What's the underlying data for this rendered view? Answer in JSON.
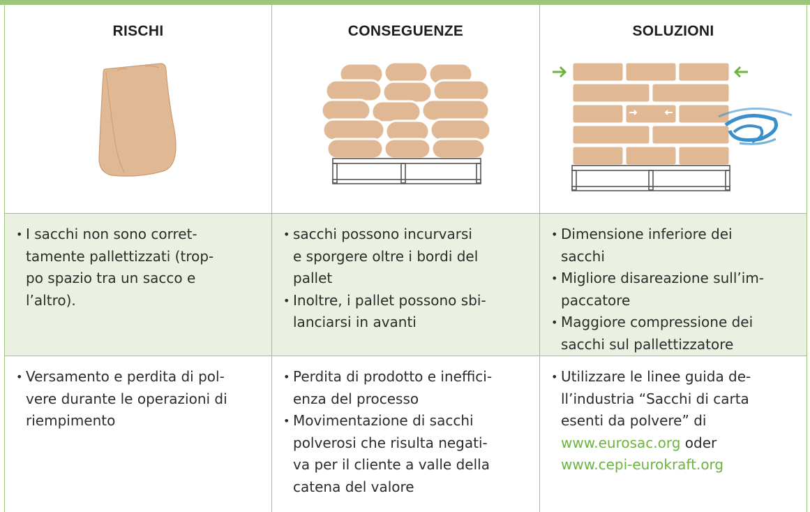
{
  "headers": {
    "risks": "RISCHI",
    "consequences": "CONSEGUENZE",
    "solutions": "SOLUZIONI"
  },
  "colors": {
    "border": "#9cc77a",
    "row_highlight": "#eaf1e2",
    "bag": "#e0b994",
    "link": "#6db33f",
    "arrow": "#6db33f",
    "swirl": "#3a8fc9"
  },
  "illustrations": {
    "risks": "slumped-bag-icon",
    "consequences": "bulging-pallet-icon",
    "solutions": "compact-pallet-icon"
  },
  "rows": [
    {
      "risk": [
        "I sacchi non sono corret-",
        "tamente pallettizzati (trop-",
        "po spazio tra un sacco e",
        "l’altro)."
      ],
      "consequences": [
        [
          "sacchi possono incurvarsi",
          "e sporgere oltre i bordi del",
          "pallet"
        ],
        [
          "Inoltre, i pallet possono sbi-",
          "lanciarsi in avanti"
        ]
      ],
      "solutions": [
        [
          "Dimensione inferiore dei",
          "sacchi"
        ],
        [
          "Migliore disareazione sull’im-",
          "paccatore"
        ],
        [
          "Maggiore compressione dei",
          "sacchi sul pallettizzatore"
        ]
      ]
    },
    {
      "risk": [
        "Versamento e perdita di pol-",
        "vere durante le operazioni di",
        "riempimento"
      ],
      "consequences": [
        [
          "Perdita di prodotto e ineffici-",
          "enza del processo"
        ],
        [
          "Movimentazione di sacchi",
          "polverosi che risulta negati-",
          "va per il cliente a valle della",
          "catena del valore"
        ]
      ],
      "solutions_text": [
        "Utilizzare le linee guida de-",
        "ll’industria “Sacchi di carta",
        "esenti da polvere” di"
      ],
      "solutions_links": {
        "link1": "www.eurosac.org",
        "connector": "oder",
        "link2": "www.cepi-eurokraft.org"
      }
    }
  ]
}
